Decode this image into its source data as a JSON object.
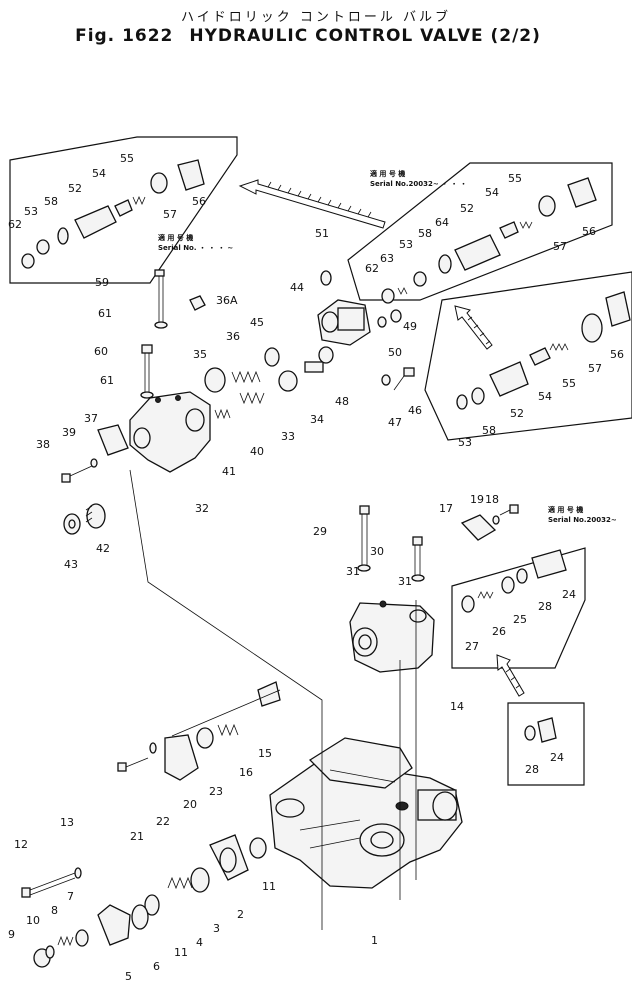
{
  "header": {
    "japanese_title": "ハイドロリック コントロール バルブ",
    "fig_label": "Fig. 1622",
    "english_title": "HYDRAULIC CONTROL VALVE (2/2)"
  },
  "notes": {
    "top_left_jp": "適 用 号 機",
    "top_left_serial": "Serial No. ・ ・ ・ ~",
    "top_right_jp": "適 用 号 機",
    "top_right_serial": "Serial No.20032~ ・ ・ ・",
    "mid_right_jp": "適 用 号 機",
    "mid_right_serial": "Serial No.20032~"
  },
  "callouts": {
    "p1": "1",
    "p2": "2",
    "p3": "3",
    "p4": "4",
    "p5": "5",
    "p6": "6",
    "p7": "7",
    "p8": "8",
    "p9": "9",
    "p10": "10",
    "p11a": "11",
    "p11b": "11",
    "p12": "12",
    "p13": "13",
    "p14": "14",
    "p15": "15",
    "p16": "16",
    "p17": "17",
    "p18": "18",
    "p19": "19",
    "p20": "20",
    "p21": "21",
    "p22": "22",
    "p23": "23",
    "p24a": "24",
    "p24b": "24",
    "p25": "25",
    "p26": "26",
    "p27": "27",
    "p28a": "28",
    "p28b": "28",
    "p29": "29",
    "p30": "30",
    "p31a": "31",
    "p31b": "31",
    "p32": "32",
    "p33": "33",
    "p34": "34",
    "p35": "35",
    "p36": "36",
    "p36a": "36A",
    "p37": "37",
    "p38": "38",
    "p39": "39",
    "p40": "40",
    "p41": "41",
    "p42": "42",
    "p43": "43",
    "p44": "44",
    "p45": "45",
    "p46": "46",
    "p47": "47",
    "p48": "48",
    "p49": "49",
    "p50": "50",
    "p51": "51",
    "tl52": "52",
    "tl53": "53",
    "tl54": "54",
    "tl55": "55",
    "tl56": "56",
    "tl57": "57",
    "tl58": "58",
    "tl62": "62",
    "tr52": "52",
    "tr53": "53",
    "tr54": "54",
    "tr55": "55",
    "tr56": "56",
    "tr57": "57",
    "tr58": "58",
    "tr62": "62",
    "tr63": "63",
    "tr64": "64",
    "r52": "52",
    "r53": "53",
    "r54": "54",
    "r55": "55",
    "r56": "56",
    "r57": "57",
    "r58": "58",
    "p59": "59",
    "p60": "60",
    "p61a": "61",
    "p61b": "61"
  }
}
